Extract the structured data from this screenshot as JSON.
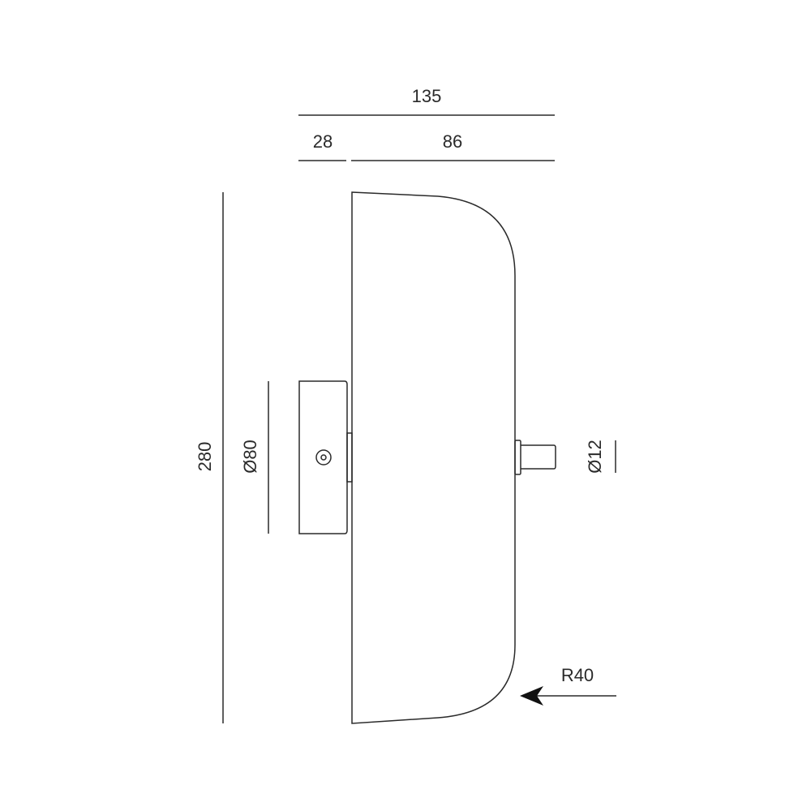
{
  "dimensions": {
    "overall_depth": "135",
    "base_depth": "28",
    "shade_depth": "86",
    "height": "280",
    "base_diameter": "Ø80",
    "pin_diameter": "Ø12",
    "radius": "R40"
  },
  "colors": {
    "line": "#2a2a2a",
    "background": "#ffffff"
  }
}
